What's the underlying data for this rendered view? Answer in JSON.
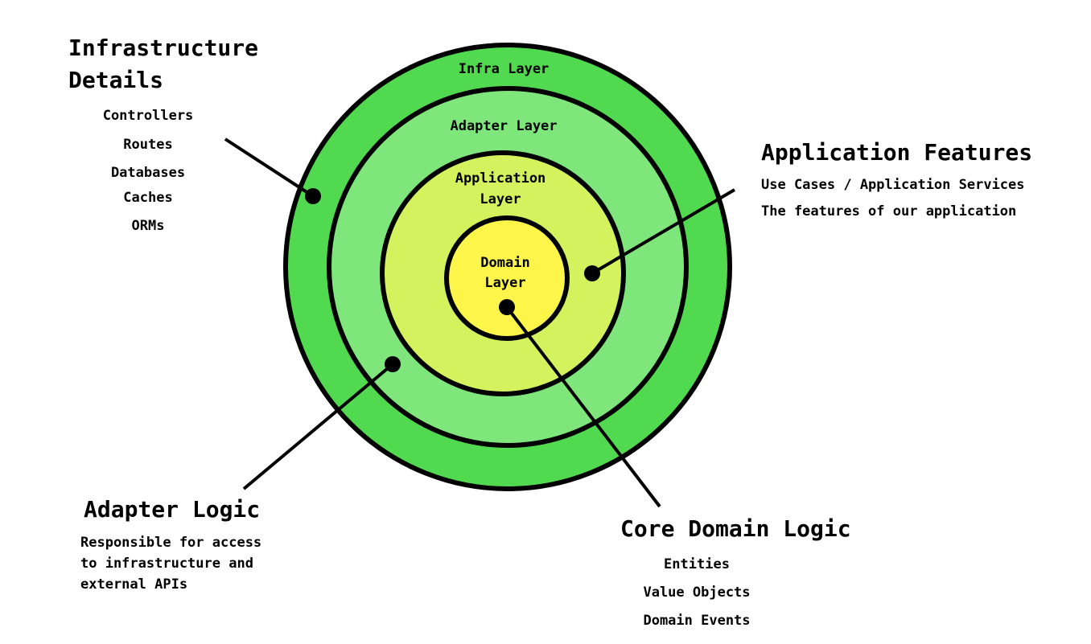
{
  "colors": {
    "infra": "#51d94f",
    "adapter": "#7ee67a",
    "application": "#d3f25e",
    "domain": "#fdf54a",
    "stroke": "#000000"
  },
  "rings": {
    "infra": "Infra Layer",
    "adapter": "Adapter Layer",
    "application_1": "Application",
    "application_2": "Layer",
    "domain_1": "Domain",
    "domain_2": "Layer"
  },
  "infrastructure": {
    "heading_1": "Infrastructure",
    "heading_2": "Details",
    "items": [
      "Controllers",
      "Routes",
      "Databases",
      "Caches",
      "ORMs"
    ]
  },
  "application_features": {
    "heading": "Application Features",
    "items": [
      "Use Cases / Application Services",
      "The features of our application"
    ]
  },
  "adapter_logic": {
    "heading": "Adapter Logic",
    "items": [
      "Responsible for access",
      "to infrastructure and",
      "external APIs"
    ]
  },
  "core_domain": {
    "heading": "Core Domain Logic",
    "items": [
      "Entities",
      "Value Objects",
      "Domain Events"
    ]
  }
}
